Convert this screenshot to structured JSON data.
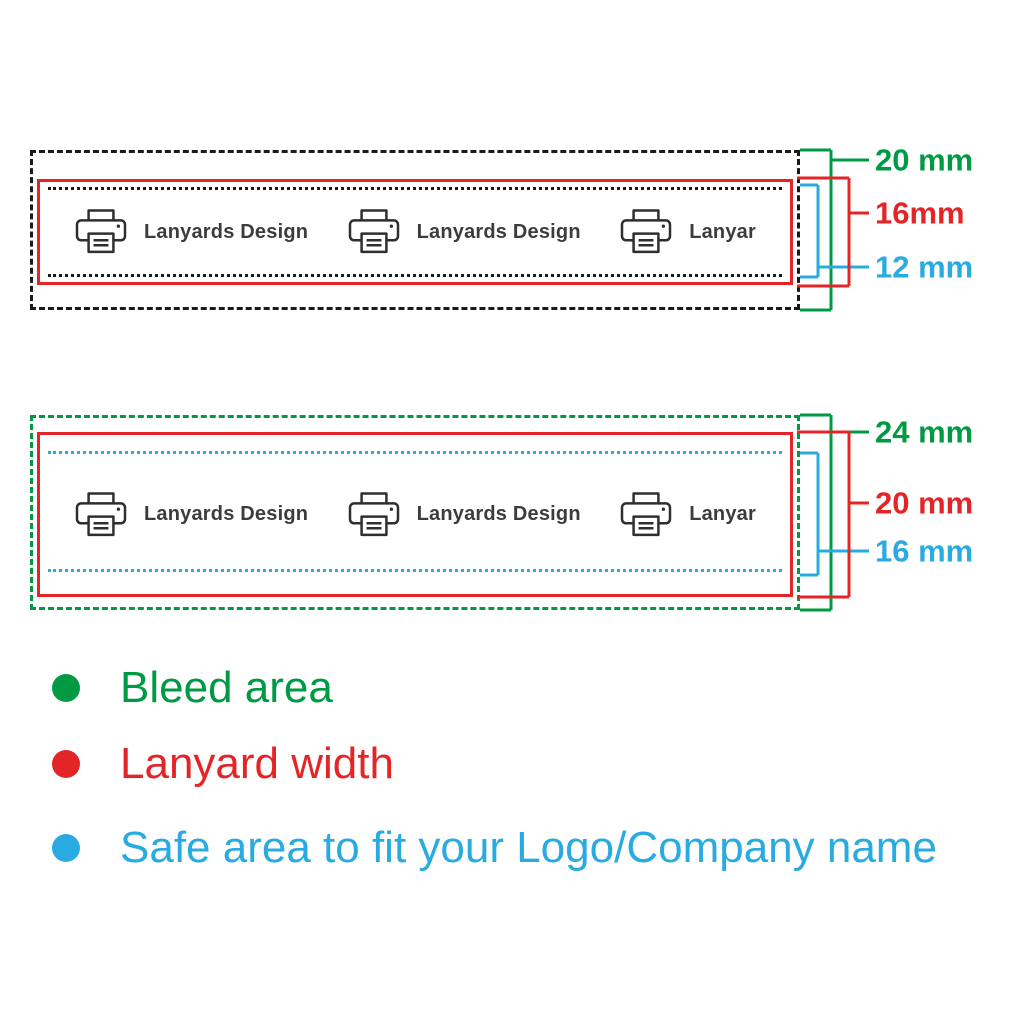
{
  "colors": {
    "green": "#009a44",
    "red": "#e42527",
    "blue": "#29abe2",
    "ink": "#1a1a1a"
  },
  "diagrams": [
    {
      "name": "lanyard-16mm",
      "measurements": {
        "bleed": "20 mm",
        "width": "16mm",
        "safe": "12 mm"
      },
      "items": [
        {
          "icon": "printer-icon",
          "label": "Lanyards Design"
        },
        {
          "icon": "printer-icon",
          "label": "Lanyards Design"
        },
        {
          "icon": "printer-icon",
          "label": "Lanyar"
        }
      ]
    },
    {
      "name": "lanyard-20mm",
      "measurements": {
        "bleed": "24 mm",
        "width": "20 mm",
        "safe": "16 mm"
      },
      "items": [
        {
          "icon": "printer-icon",
          "label": "Lanyards Design"
        },
        {
          "icon": "printer-icon",
          "label": "Lanyards Design"
        },
        {
          "icon": "printer-icon",
          "label": "Lanyar"
        }
      ]
    }
  ],
  "legend": [
    {
      "color": "green",
      "label": "Bleed area"
    },
    {
      "color": "red",
      "label": "Lanyard width"
    },
    {
      "color": "blue",
      "label": "Safe area to fit your Logo/Company name"
    }
  ]
}
